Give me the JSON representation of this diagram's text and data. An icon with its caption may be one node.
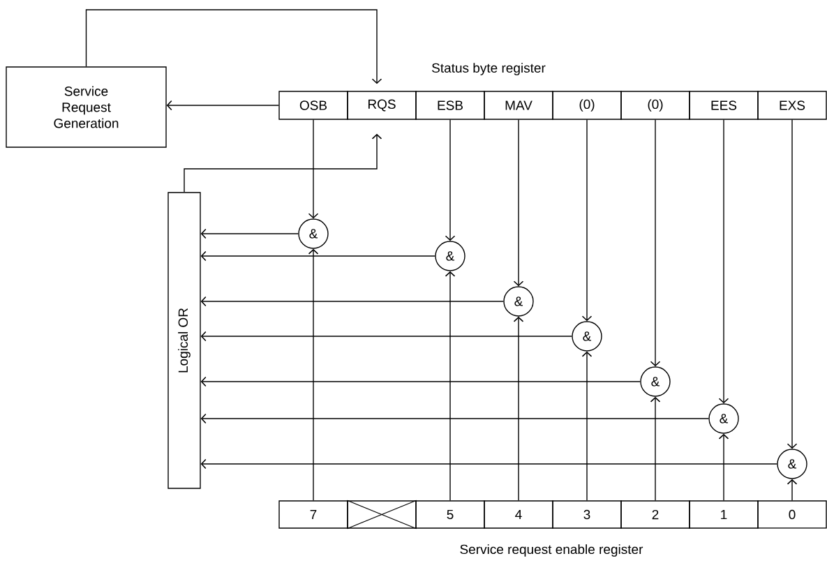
{
  "diagram": {
    "nodes": [
      {
        "text": [
          "Service Request Generation"
        ]
      },
      {
        "text": [
          "OSB"
        ]
      },
      {
        "text": [
          "RQS"
        ]
      },
      {
        "text": [
          "ESB"
        ]
      },
      {
        "text": [
          "MAV"
        ]
      },
      {
        "text": [
          "(0)"
        ]
      },
      {
        "text": [
          "(0)"
        ]
      },
      {
        "text": [
          "EES"
        ]
      },
      {
        "text": [
          "EXS"
        ]
      },
      {
        "text": [
          "Logical OR"
        ]
      },
      {
        "text": [
          "&"
        ]
      },
      {
        "text": [
          "&"
        ]
      },
      {
        "text": [
          "&"
        ]
      },
      {
        "text": [
          "&"
        ]
      },
      {
        "text": [
          "&"
        ]
      },
      {
        "text": [
          "&"
        ]
      },
      {
        "text": [
          "&"
        ]
      },
      {
        "text": [
          "7"
        ]
      },
      {
        "text": [],
        "shape": "box"
      },
      {
        "text": [
          "5"
        ]
      },
      {
        "text": [
          "4"
        ]
      },
      {
        "text": [
          "3"
        ]
      },
      {
        "text": [
          "2"
        ]
      },
      {
        "text": [
          "1"
        ]
      },
      {
        "text": [
          "0"
        ]
      }
    ],
    "edges": [
      {
        "from": 0,
        "to": 2,
        "arrow": "to"
      },
      {
        "from": 1,
        "to": 0,
        "arrow": "to"
      },
      {
        "from": 9,
        "to": 2,
        "arrow": "to"
      },
      {
        "from": 1,
        "to": 10,
        "arrow": "to"
      },
      {
        "from": 3,
        "to": 11,
        "arrow": "to"
      },
      {
        "from": 4,
        "to": 12,
        "arrow": "to"
      },
      {
        "from": 5,
        "to": 13,
        "arrow": "to"
      },
      {
        "from": 6,
        "to": 14,
        "arrow": "to"
      },
      {
        "from": 7,
        "to": 15,
        "arrow": "to"
      },
      {
        "from": 8,
        "to": 16,
        "arrow": "to"
      },
      {
        "from": 17,
        "to": 10,
        "arrow": "to"
      },
      {
        "from": 19,
        "to": 11,
        "arrow": "to"
      },
      {
        "from": 20,
        "to": 12,
        "arrow": "to"
      },
      {
        "from": 21,
        "to": 13,
        "arrow": "to"
      },
      {
        "from": 22,
        "to": 14,
        "arrow": "to"
      },
      {
        "from": 23,
        "to": 15,
        "arrow": "to"
      },
      {
        "from": 24,
        "to": 16,
        "arrow": "to"
      },
      {
        "from": 10,
        "to": 9,
        "arrow": "to"
      },
      {
        "from": 11,
        "to": 9,
        "arrow": "to"
      },
      {
        "from": 12,
        "to": 9,
        "arrow": "to"
      },
      {
        "from": 13,
        "to": 9,
        "arrow": "to"
      },
      {
        "from": 14,
        "to": 9,
        "arrow": "to"
      },
      {
        "from": 15,
        "to": 9,
        "arrow": "to"
      },
      {
        "from": 16,
        "to": 9,
        "arrow": "to"
      }
    ],
    "labels": [
      "Status byte register",
      "Service request enable register"
    ]
  }
}
